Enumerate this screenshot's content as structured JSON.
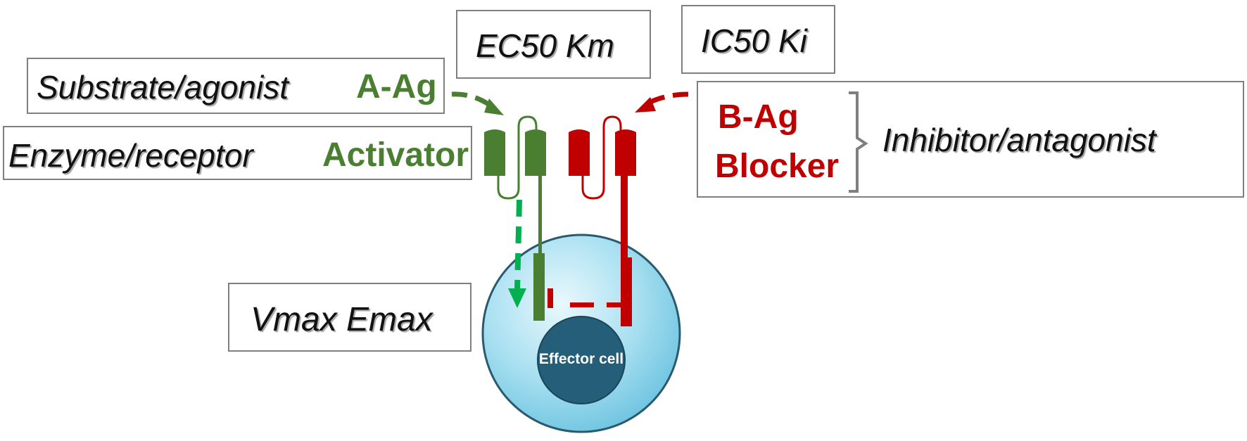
{
  "labels": {
    "ec50_km": "EC50  Km",
    "ic50_ki": "IC50 Ki",
    "substrate_agonist": "Substrate/agonist",
    "a_ag": "A-Ag",
    "enzyme_receptor": "Enzyme/receptor",
    "activator": "Activator",
    "b_ag": "B-Ag",
    "blocker": "Blocker",
    "inhibitor_antagonist": "Inhibitor/antagonist",
    "vmax_emax": "Vmax Emax",
    "effector_cell": "Effector cell"
  },
  "colors": {
    "green_receptor": "#4a7f31",
    "green_arrow": "#00b050",
    "red_receptor": "#c00000",
    "cell_outer": "#8fd3ea",
    "cell_border": "#2a5a6e",
    "nucleus": "#245e78",
    "box_border": "#7f7f7f"
  }
}
